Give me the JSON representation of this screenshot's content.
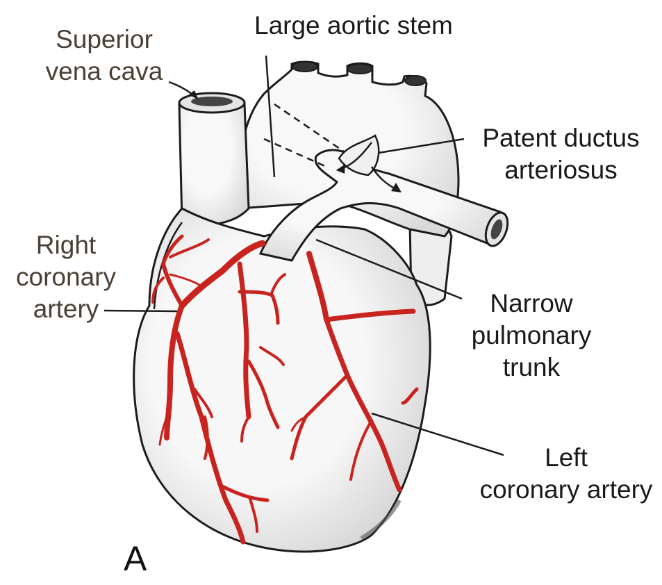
{
  "labels": {
    "superior_vena_cava": [
      "Superior",
      "vena cava"
    ],
    "large_aortic_stem": "Large aortic stem",
    "patent_ductus": [
      "Patent ductus",
      "arteriosus"
    ],
    "right_coronary": [
      "Right",
      "coronary",
      "artery"
    ],
    "narrow_pulmonary": [
      "Narrow",
      "pulmonary",
      "trunk"
    ],
    "left_coronary": [
      "Left",
      "coronary artery"
    ],
    "panel": "A"
  },
  "colors": {
    "artery": "#c8231e",
    "outline": "#1c1c1c",
    "label_text": "#1a1a1a",
    "label_text_brown": "#4a4036",
    "heart_fill": "#f3f3f3"
  }
}
